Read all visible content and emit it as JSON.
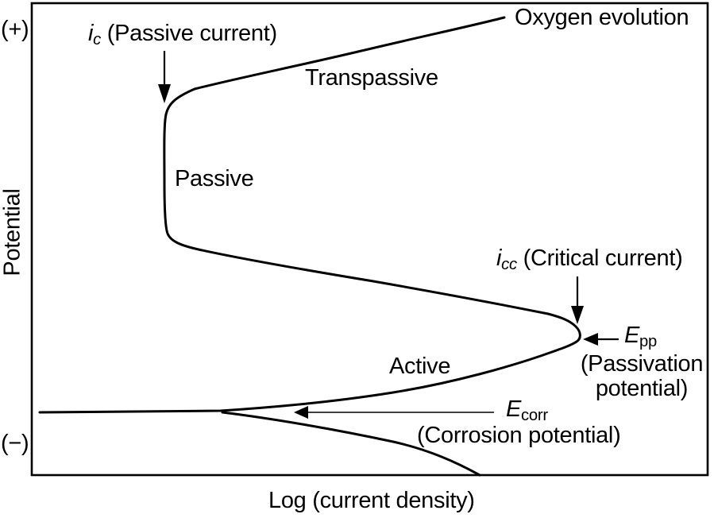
{
  "figure": {
    "axes": {
      "y_label": "Potential",
      "x_label": "Log (current density)",
      "y_positive_sign": "(+)",
      "y_negative_sign": "(−)"
    },
    "regions": {
      "active": "Active",
      "passive": "Passive",
      "transpassive": "Transpassive"
    },
    "annotations": {
      "oxygen_evolution": "Oxygen evolution",
      "passive_current": {
        "symbol": "i",
        "sub": "c",
        "rest": " (Passive current)"
      },
      "critical_current": {
        "symbol": "i",
        "sub": "cc",
        "rest": " (Critical current)"
      },
      "passivation_potential": {
        "symbol": "E",
        "sub": "pp",
        "desc_line1": "(Passivation",
        "desc_line2": "potential)"
      },
      "corrosion_potential": {
        "symbol": "E",
        "sub": "corr",
        "desc": "(Corrosion potential)"
      }
    },
    "colors": {
      "ink": "#000000",
      "background": "#ffffff"
    }
  }
}
